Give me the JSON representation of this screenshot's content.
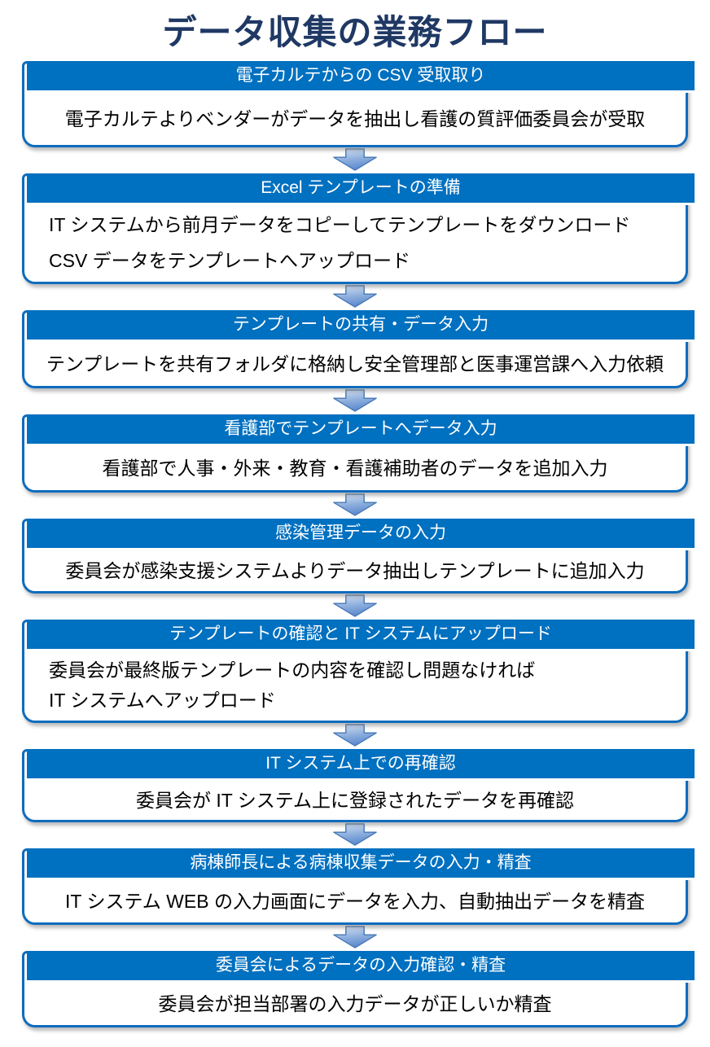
{
  "title": "データ収集の業務フロー",
  "colors": {
    "header_bg": "#0070C0",
    "box_border": "#0F6CBD",
    "title_text": "#1F3864",
    "header_text": "#FFFFFF",
    "body_text": "#000000",
    "arrow_fill_light": "#D9E4F4",
    "arrow_fill_dark": "#5E8BCF",
    "arrow_stroke": "#4577B6"
  },
  "blocks": [
    {
      "header": "電子カルテからの CSV 受取取り",
      "lines": [
        "電子カルテよりベンダーがデータを抽出し看護の質評価委員会が受取"
      ]
    },
    {
      "header": "Excel テンプレートの準備",
      "lines": [
        "IT システムから前月データをコピーしてテンプレートをダウンロード",
        "CSV データをテンプレートへアップロード"
      ]
    },
    {
      "header": "テンプレートの共有・データ入力",
      "lines": [
        "テンプレートを共有フォルダに格納し安全管理部と医事運営課へ入力依頼"
      ]
    },
    {
      "header": "看護部でテンプレートへデータ入力",
      "lines": [
        "看護部で人事・外来・教育・看護補助者のデータを追加入力"
      ]
    },
    {
      "header": "感染管理データの入力",
      "lines": [
        "委員会が感染支援システムよりデータ抽出しテンプレートに追加入力"
      ]
    },
    {
      "header": "テンプレートの確認と IT システムにアップロード",
      "lines": [
        "委員会が最終版テンプレートの内容を確認し問題なければ",
        "IT システムへアップロード"
      ]
    },
    {
      "header": "IT システム上での再確認",
      "lines": [
        "委員会が IT システム上に登録されたデータを再確認"
      ]
    },
    {
      "header": "病棟師長による病棟収集データの入力・精査",
      "lines": [
        "IT システム WEB の入力画面にデータを入力、自動抽出データを精査"
      ]
    },
    {
      "header": "委員会によるデータの入力確認・精査",
      "lines": [
        "委員会が担当部署の入力データが正しいか精査"
      ]
    }
  ]
}
